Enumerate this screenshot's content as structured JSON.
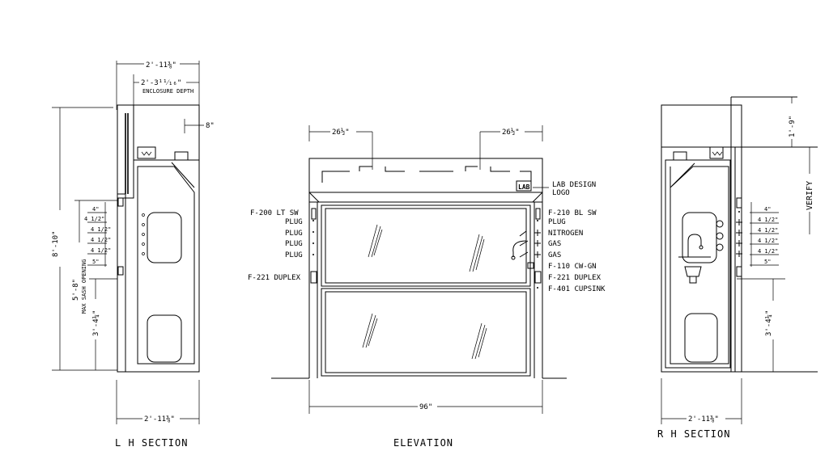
{
  "views": {
    "left": {
      "title": "L H SECTION",
      "dim_top_overall": "2'-11⅜\"",
      "dim_top_enclosure": "2'-3¹¹⁄₁₆\"",
      "enclosure_depth_label": "ENCLOSURE DEPTH",
      "dim_8in": "8\"",
      "dim_height": "8'-10\"",
      "dim_sash": "5'-8\"",
      "sash_label": "MAX SASH OPENING",
      "dim_base": "3'-4¼\"",
      "dim_bottom": "2'-11⅜\"",
      "fixture_spacing": [
        "4\"",
        "4 1/2\"",
        "4 1/2\"",
        "4 1/2\"",
        "4 1/2\"",
        "5\""
      ]
    },
    "elevation": {
      "title": "ELEVATION",
      "dim_left": "26½\"",
      "dim_right": "26½\"",
      "dim_width": "96\"",
      "left_labels": [
        "F-200 LT SW",
        "PLUG",
        "PLUG",
        "PLUG",
        "PLUG",
        "F-221 DUPLEX"
      ],
      "right_labels": [
        "LAB DESIGN",
        "LOGO",
        "F-210 BL SW",
        "PLUG",
        "NITROGEN",
        "GAS",
        "GAS",
        "F-110 CW-GN",
        "F-221 DUPLEX",
        "F-401 CUPSINK"
      ],
      "logo_text": "LAB"
    },
    "right": {
      "title": "R H SECTION",
      "dim_top": "1'-9\"",
      "verify_label": "VERIFY",
      "dim_base": "3'-4¼\"",
      "dim_bottom": "2'-11⅜\"",
      "fixture_spacing": [
        "4\"",
        "4 1/2\"",
        "4 1/2\"",
        "4 1/2\"",
        "4 1/2\"",
        "5\""
      ]
    }
  }
}
